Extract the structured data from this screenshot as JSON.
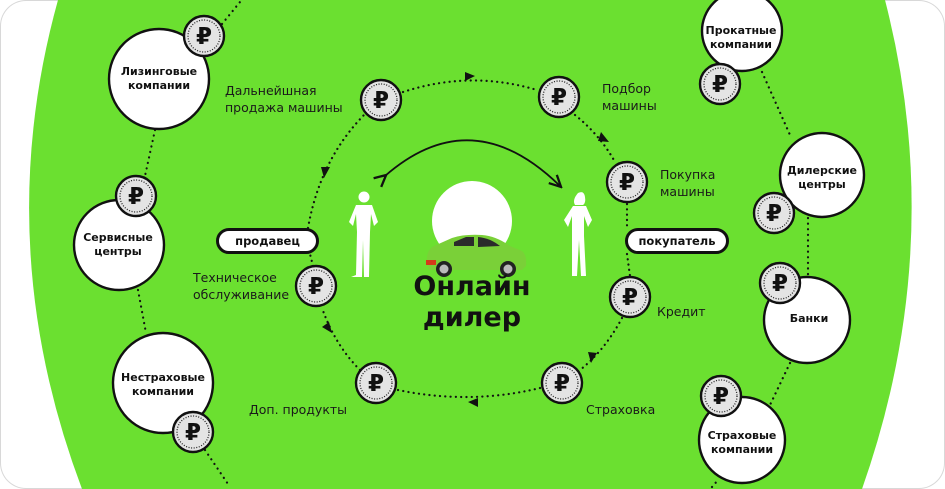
{
  "title": {
    "line1": "Онлайн",
    "line2": "дилер"
  },
  "roles": {
    "seller": "продавец",
    "buyer": "покупатель"
  },
  "inner_steps": [
    {
      "id": "resale",
      "line1": "Дальнейшная",
      "line2": "продажа машины"
    },
    {
      "id": "selection",
      "line1": "Подбор",
      "line2": "машины"
    },
    {
      "id": "purchase",
      "line1": "Покупка",
      "line2": "машины"
    },
    {
      "id": "credit",
      "line1": "Кредит",
      "line2": ""
    },
    {
      "id": "insurance",
      "line1": "Страховка",
      "line2": ""
    },
    {
      "id": "extras",
      "line1": "Доп. продукты",
      "line2": ""
    },
    {
      "id": "maintenance",
      "line1": "Техническое",
      "line2": "обслуживание"
    }
  ],
  "partners_left": [
    {
      "id": "leasing",
      "line1": "Лизинговые",
      "line2": "компании"
    },
    {
      "id": "service",
      "line1": "Сервисные",
      "line2": "центры"
    },
    {
      "id": "non-insurance",
      "line1": "Нестраховые",
      "line2": "компании"
    }
  ],
  "partners_right": [
    {
      "id": "rental",
      "line1": "Прокатные",
      "line2": "компании"
    },
    {
      "id": "dealers",
      "line1": "Дилерские",
      "line2": "центры"
    },
    {
      "id": "banks",
      "line1": "Банки",
      "line2": ""
    },
    {
      "id": "insurers",
      "line1": "Страховые",
      "line2": "компании"
    }
  ],
  "icons": {
    "coin": "ruble-coin-icon",
    "currency_symbol": "₽",
    "car": "car-icon",
    "seller": "man-silhouette-icon",
    "buyer": "woman-silhouette-icon"
  },
  "colors": {
    "background_green": "#6be030",
    "coin_fill": "#e4e4e4",
    "ink": "#111111",
    "white": "#ffffff"
  }
}
